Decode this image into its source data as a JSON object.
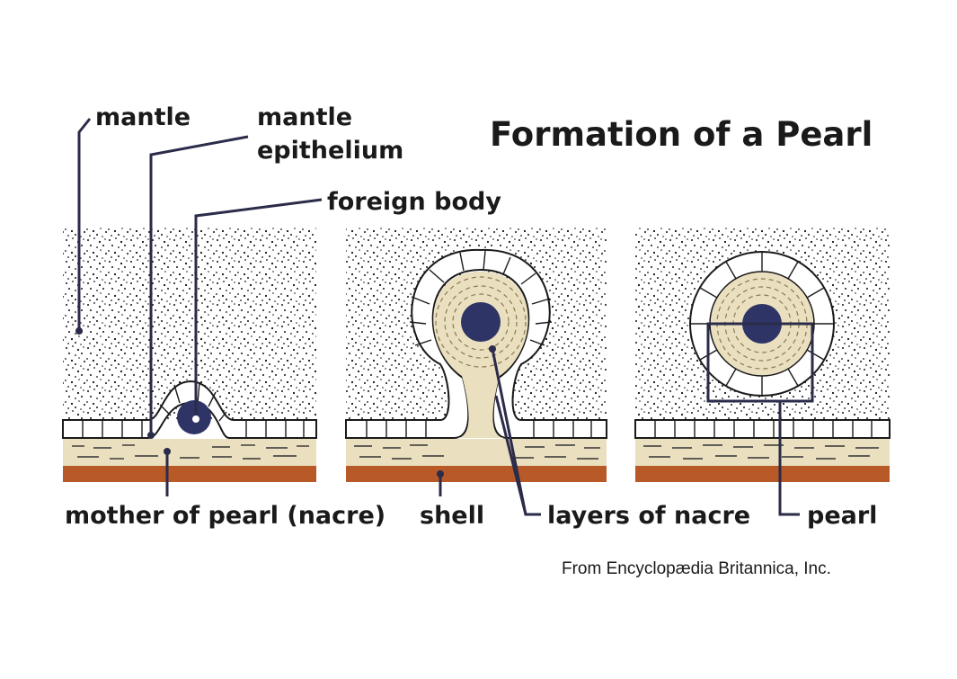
{
  "title": "Formation of a Pearl",
  "labels": {
    "mantle": "mantle",
    "mantle_epithelium_1": "mantle",
    "mantle_epithelium_2": "epithelium",
    "foreign_body": "foreign body",
    "mother_of_pearl": "mother of pearl (nacre)",
    "shell": "shell",
    "layers_of_nacre": "layers of nacre",
    "pearl": "pearl"
  },
  "credit": "From Encyclopædia Britannica, Inc.",
  "colors": {
    "nacre": "#eadfbf",
    "shell": "#b85a28",
    "foreign_body": "#2e3566",
    "leader_lines": "#2b2b4a"
  },
  "stages": [
    {
      "name": "stage-1",
      "description_icon": "foreign-body-under-epithelium"
    },
    {
      "name": "stage-2",
      "description_icon": "sac-with-nacre-layers"
    },
    {
      "name": "stage-3",
      "description_icon": "pearl-enclosed"
    }
  ]
}
